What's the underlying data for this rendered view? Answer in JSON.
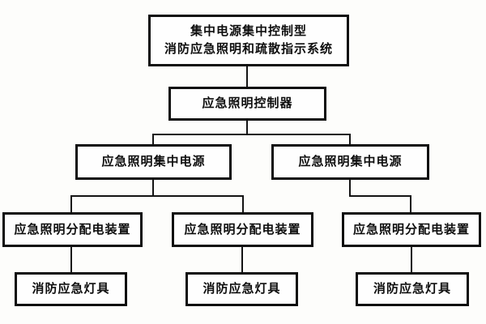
{
  "diagram": {
    "type": "hierarchy-block-diagram",
    "colors": {
      "background": "#fdfdfb",
      "box_border": "#0e0e0e",
      "box_fill": "#fefefe",
      "line": "#141414",
      "text": "#0e0e0e"
    },
    "nodes": {
      "system_root": {
        "line1": "集中电源集中控制型",
        "line2": "消防应急照明和疏散指示系统"
      },
      "controller": {
        "label": "应急照明控制器"
      },
      "central_power_left": {
        "label": "应急照明集中电源"
      },
      "central_power_right": {
        "label": "应急照明集中电源"
      },
      "distribution_left": {
        "label": "应急照明分配电装置"
      },
      "distribution_middle": {
        "label": "应急照明分配电装置"
      },
      "distribution_right": {
        "label": "应急照明分配电装置"
      },
      "lamp_left": {
        "label": "消防应急灯具"
      },
      "lamp_middle": {
        "label": "消防应急灯具"
      },
      "lamp_right": {
        "label": "消防应急灯具"
      }
    }
  }
}
